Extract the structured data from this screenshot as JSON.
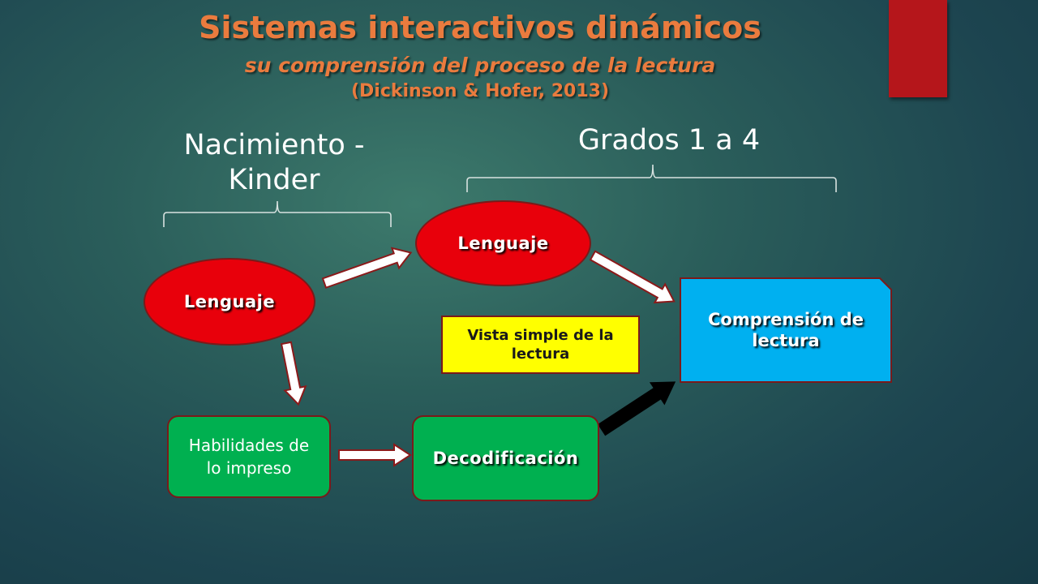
{
  "header": {
    "title": "Sistemas interactivos dinámicos",
    "subtitle": "su comprensión del proceso de la lectura",
    "citation": "(Dickinson & Hofer, 2013)"
  },
  "eras": {
    "early": "Nacimiento - Kinder",
    "grades": "Grados 1 a 4"
  },
  "nodes": {
    "lenguaje_early": "Lenguaje",
    "lenguaje_grades": "Lenguaje",
    "habilidades": "Habilidades de lo impreso",
    "decodificacion": "Decodificación",
    "vista_simple": "Vista simple de la lectura",
    "comprension": "Comprensión de lectura"
  },
  "colors": {
    "title_orange": "#ea7b3e",
    "ellipse_red": "#e8000b",
    "box_green": "#00b050",
    "box_yellow": "#ffff00",
    "box_blue": "#00b0f0",
    "accent_red_tab": "#b5161b"
  }
}
